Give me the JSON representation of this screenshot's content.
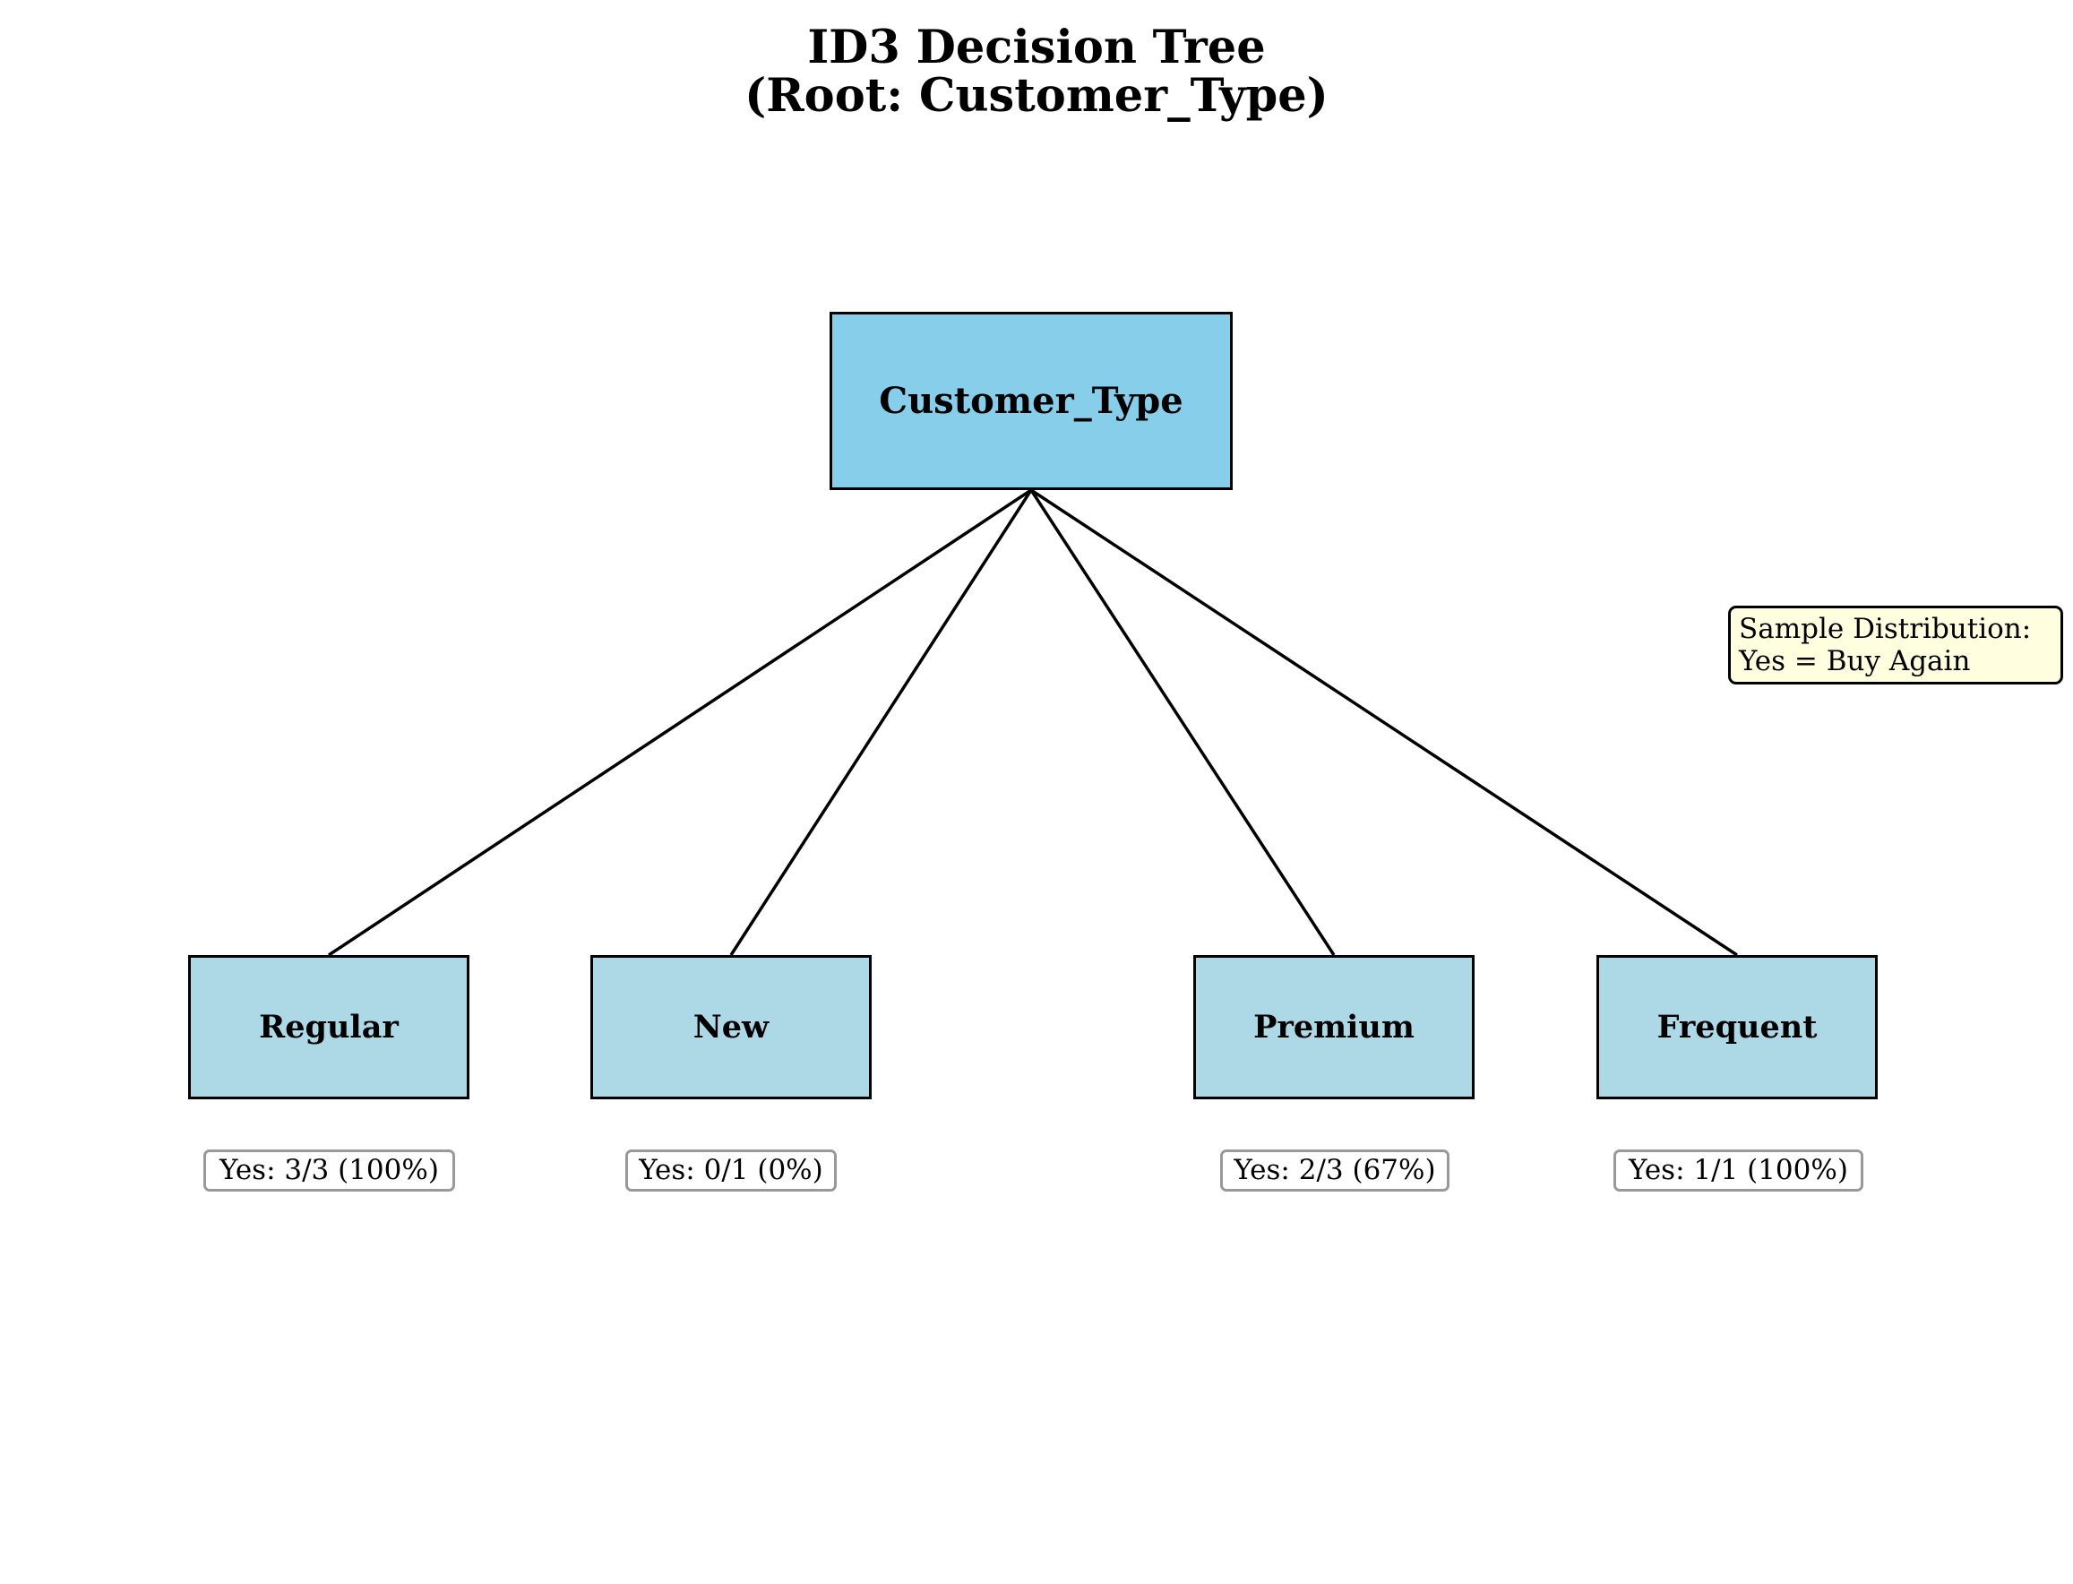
{
  "title": {
    "line1": "ID3 Decision Tree",
    "line2": "(Root: Customer_Type)"
  },
  "tree": {
    "root": {
      "label": "Customer_Type",
      "color": "#87ceeb"
    },
    "leaf_color": "#add8e6",
    "leaves": [
      {
        "label": "Regular",
        "distribution": "Yes: 3/3 (100%)"
      },
      {
        "label": "New",
        "distribution": "Yes: 0/1 (0%)"
      },
      {
        "label": "Premium",
        "distribution": "Yes: 2/3 (67%)"
      },
      {
        "label": "Frequent",
        "distribution": "Yes: 1/1 (100%)"
      }
    ]
  },
  "legend": {
    "line1": "Sample Distribution:",
    "line2": "Yes = Buy Again",
    "color": "#ffffe0"
  }
}
